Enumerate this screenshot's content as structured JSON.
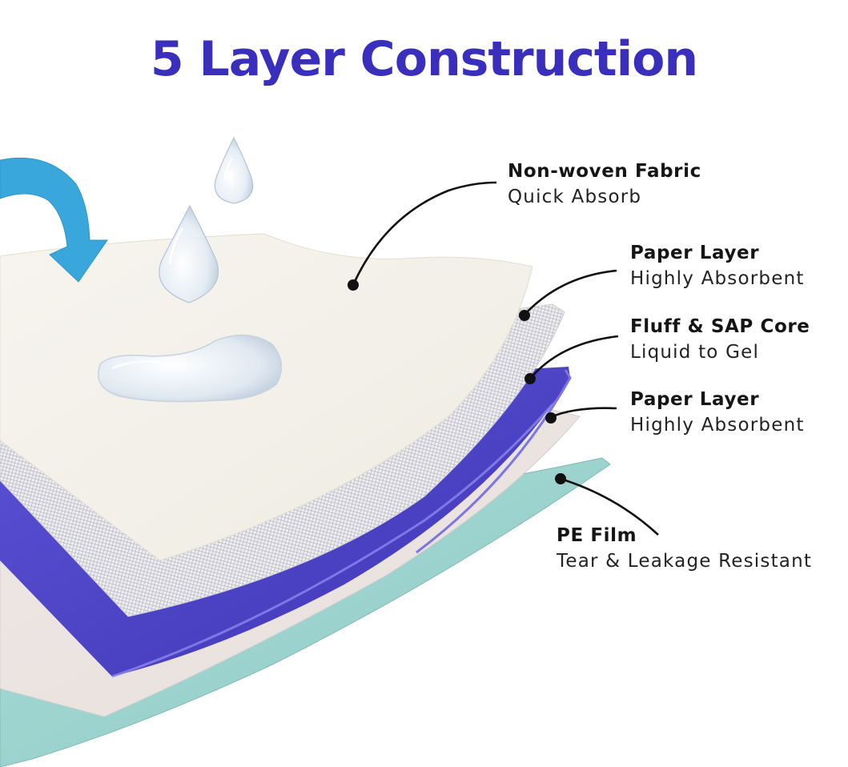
{
  "title": "5 Layer Construction",
  "colors": {
    "title": "#3a2fbd",
    "arrow": "#3aa7dc",
    "top_fabric": "#f3f1ea",
    "paper_mesh": "#e9e9ec",
    "core": "#4b43c4",
    "paper_bottom": "#ece4e3",
    "pe_film": "#9fd3cf",
    "leader": "#111111"
  },
  "layers": [
    {
      "name": "Non-woven Fabric",
      "description": "Quick Absorb"
    },
    {
      "name": "Paper Layer",
      "description": "Highly Absorbent"
    },
    {
      "name": "Fluff & SAP Core",
      "description": "Liquid to Gel"
    },
    {
      "name": "Paper Layer",
      "description": "Highly Absorbent"
    },
    {
      "name": "PE Film",
      "description": "Tear & Leakage Resistant"
    }
  ],
  "icons": {
    "arrow": "curved-down-arrow-icon",
    "drops": [
      "water-drop-icon",
      "water-drop-icon"
    ],
    "puddle": "water-puddle-icon"
  }
}
